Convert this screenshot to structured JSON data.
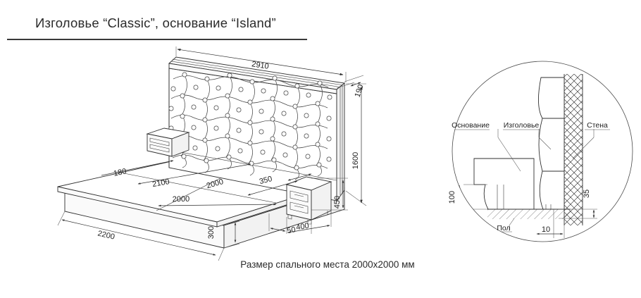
{
  "document": {
    "title": "Изголовье “Classic”, основание “Island”",
    "caption": "Размер спального места 2000x2000 мм"
  },
  "colors": {
    "line": "#2f2f2f",
    "text": "#1f1f1f",
    "title_rule": "#3a3a3a",
    "background": "#ffffff"
  },
  "main_view": {
    "name": "isometric-bed-view",
    "dimensions": {
      "headboard_width": "2910",
      "headboard_depth": "190",
      "headboard_height": "1600",
      "headboard_lower_height": "450",
      "base_overhang": "180",
      "base_length": "2100",
      "mattress_width": "2000",
      "mattress_length": "2000",
      "base_width": "2200",
      "base_height": "300",
      "nightstand_depth": "350",
      "nightstand_gap": "50",
      "nightstand_width": "400"
    }
  },
  "detail_view": {
    "name": "wall-mount-detail-circle",
    "labels": {
      "base": "Основание",
      "headboard": "Изголовье",
      "wall": "Стена",
      "floor": "Пол"
    },
    "dimensions": {
      "base_clearance": "100",
      "wall_offset": "35",
      "gap": "10"
    }
  }
}
